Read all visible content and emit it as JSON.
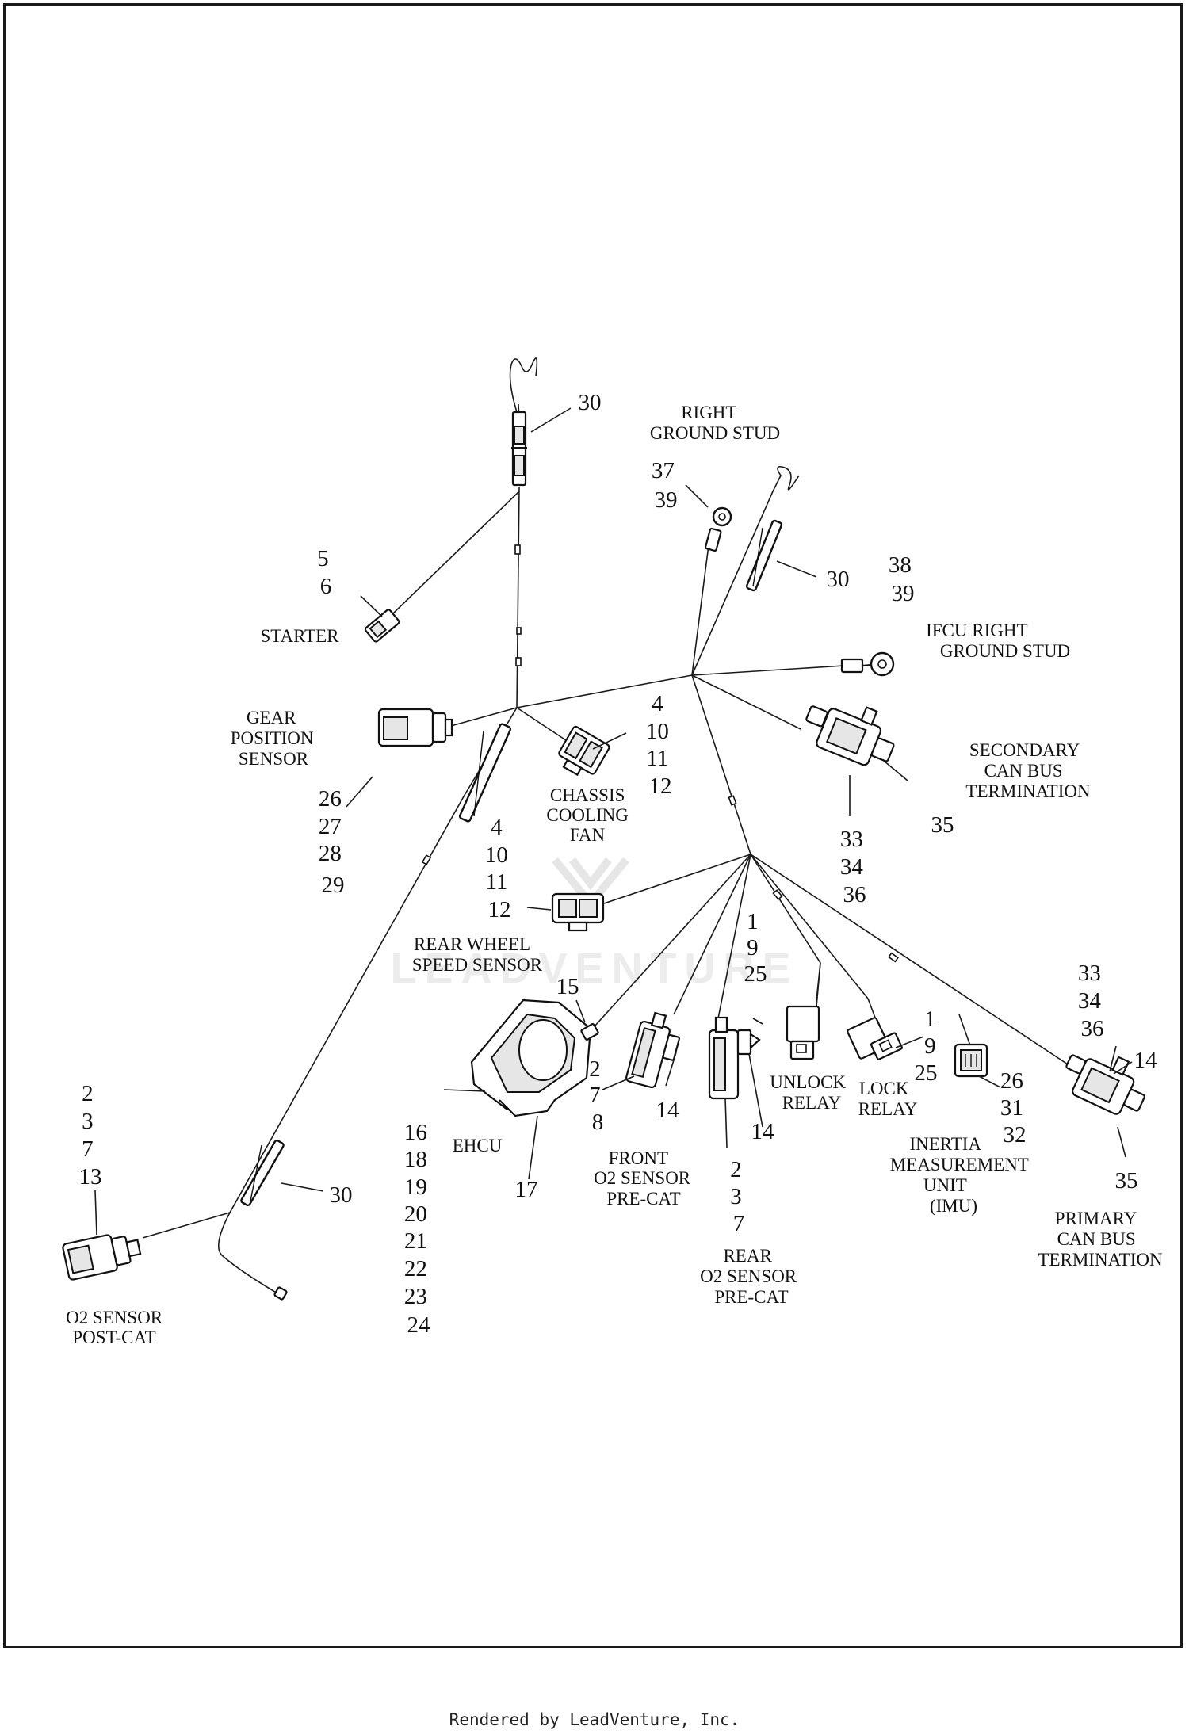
{
  "watermark": "LEADVENTURE",
  "footer": "Rendered by LeadVenture, Inc.",
  "labels": {
    "right_ground_stud": [
      "RIGHT",
      "GROUND STUD"
    ],
    "ifcu_right_ground_stud": [
      "IFCU RIGHT",
      "GROUND STUD"
    ],
    "starter": [
      "STARTER"
    ],
    "gear_position_sensor": [
      "GEAR",
      "POSITION",
      "SENSOR"
    ],
    "chassis_cooling_fan": [
      "CHASSIS",
      "COOLING",
      "FAN"
    ],
    "secondary_can_bus": [
      "SECONDARY",
      "CAN BUS",
      "TERMINATION"
    ],
    "rear_wheel_speed_sensor": [
      "REAR WHEEL",
      "SPEED SENSOR"
    ],
    "unlock_relay": [
      "UNLOCK",
      "RELAY"
    ],
    "lock_relay": [
      "LOCK",
      "RELAY"
    ],
    "ehcu": [
      "EHCU"
    ],
    "front_o2": [
      "FRONT",
      "O2 SENSOR",
      "PRE-CAT"
    ],
    "rear_o2": [
      "REAR",
      "O2 SENSOR",
      "PRE-CAT"
    ],
    "imu": [
      "INERTIA",
      "MEASUREMENT",
      "UNIT",
      "(IMU)"
    ],
    "primary_can_bus": [
      "PRIMARY",
      "CAN BUS",
      "TERMINATION"
    ],
    "o2_post_cat": [
      "O2 SENSOR",
      "POST-CAT"
    ]
  },
  "callouts": {
    "c30_top": [
      "30"
    ],
    "c37_39": [
      "37",
      "39"
    ],
    "c30_mid": [
      "30"
    ],
    "c38_39": [
      "38",
      "39"
    ],
    "c5_6": [
      "5",
      "6"
    ],
    "c_fan": [
      "4",
      "10",
      "11",
      "12"
    ],
    "c_gear": [
      "26",
      "27",
      "28",
      "29"
    ],
    "c_secondary": [
      "33",
      "34",
      "36"
    ],
    "c35_top": [
      "35"
    ],
    "c_rwss": [
      "4",
      "10",
      "11",
      "12"
    ],
    "c_unlock": [
      "1",
      "9",
      "25"
    ],
    "c15": [
      "15"
    ],
    "c_lock": [
      "1",
      "9",
      "25"
    ],
    "c_primary": [
      "33",
      "34",
      "36"
    ],
    "c14_right": [
      "14"
    ],
    "c_front_o2": [
      "2",
      "7",
      "8"
    ],
    "c14_front": [
      "14"
    ],
    "c14_rear": [
      "14"
    ],
    "c_imu": [
      "26",
      "31",
      "32"
    ],
    "c35_bottom": [
      "35"
    ],
    "c_post_cat": [
      "2",
      "3",
      "7",
      "13"
    ],
    "c30_bottom": [
      "30"
    ],
    "c_ehcu": [
      "16",
      "18",
      "19",
      "20",
      "21",
      "22",
      "23",
      "24"
    ],
    "c17": [
      "17"
    ],
    "c_rear_o2": [
      "2",
      "3",
      "7"
    ]
  }
}
